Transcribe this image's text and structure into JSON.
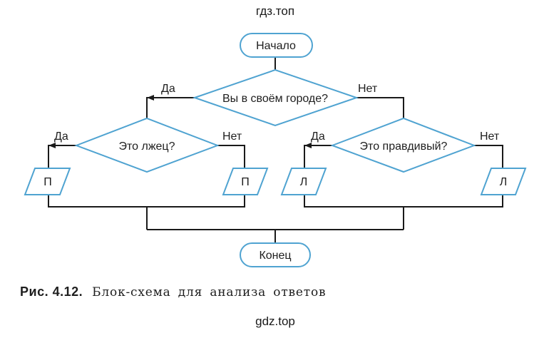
{
  "watermarks": {
    "top": "гдз.топ",
    "bottom": "gdz.top"
  },
  "colors": {
    "shape_stroke": "#4fa3d1",
    "connector": "#1a1a1a",
    "text": "#1e1e1e"
  },
  "flowchart": {
    "start": "Начало",
    "end": "Конец",
    "decisions": {
      "main": "Вы в своём городе?",
      "left": "Это лжец?",
      "right": "Это правдивый?"
    },
    "branch_labels": {
      "main_yes": "Да",
      "main_no": "Нет",
      "left_yes": "Да",
      "left_no": "Нет",
      "right_yes": "Да",
      "right_no": "Нет"
    },
    "outputs": {
      "left_yes": "П",
      "left_no": "П",
      "right_yes": "Л",
      "right_no": "Л"
    }
  },
  "caption": {
    "number": "Рис. 4.12.",
    "text": "Блок-схема для анализа ответов"
  }
}
